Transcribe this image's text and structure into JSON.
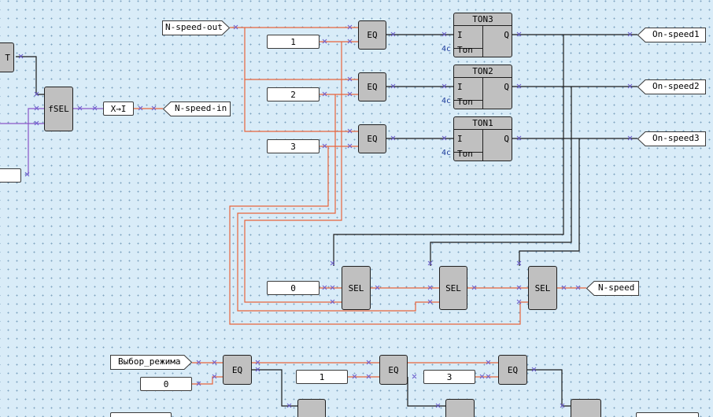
{
  "blocks": {
    "eq_1": "EQ",
    "eq_2": "EQ",
    "eq_3": "EQ",
    "eq_4": "EQ",
    "eq_5": "EQ",
    "eq_6": "EQ",
    "sel_1": "SEL",
    "sel_2": "SEL",
    "sel_3": "SEL",
    "fsel": "fSEL",
    "conv": "X→I",
    "partial_left": "T"
  },
  "timers": [
    {
      "title": "TON3",
      "in_label": "I",
      "out_label": "Q",
      "param_label": "Ton",
      "param_value": "4c"
    },
    {
      "title": "TON2",
      "in_label": "I",
      "out_label": "Q",
      "param_label": "Ton",
      "param_value": "4c"
    },
    {
      "title": "TON1",
      "in_label": "I",
      "out_label": "Q",
      "param_label": "Ton",
      "param_value": "4c"
    }
  ],
  "constants": {
    "c1": "1",
    "c2": "2",
    "c3": "3",
    "c0": "0",
    "c0_b": "0",
    "c1_b": "1",
    "c3_b": "3"
  },
  "tags": {
    "n_speed_out": "N-speed-out",
    "n_speed_in": "N-speed-in",
    "on_speed1": "On-speed1",
    "on_speed2": "On-speed2",
    "on_speed3": "On-speed3",
    "n_speed": "N-speed",
    "mode_select": "Выбор_режима"
  },
  "colors": {
    "background": "#d9ecf8",
    "grid_dot": "#7fa3bf",
    "wire_analog": "#e8643c",
    "wire_bool": "#1a1a1a",
    "wire_int": "#8a55c8",
    "block_fill": "#c0c0c0",
    "pin_mark": "#6a5acd",
    "param_text": "#1a3a9a"
  }
}
